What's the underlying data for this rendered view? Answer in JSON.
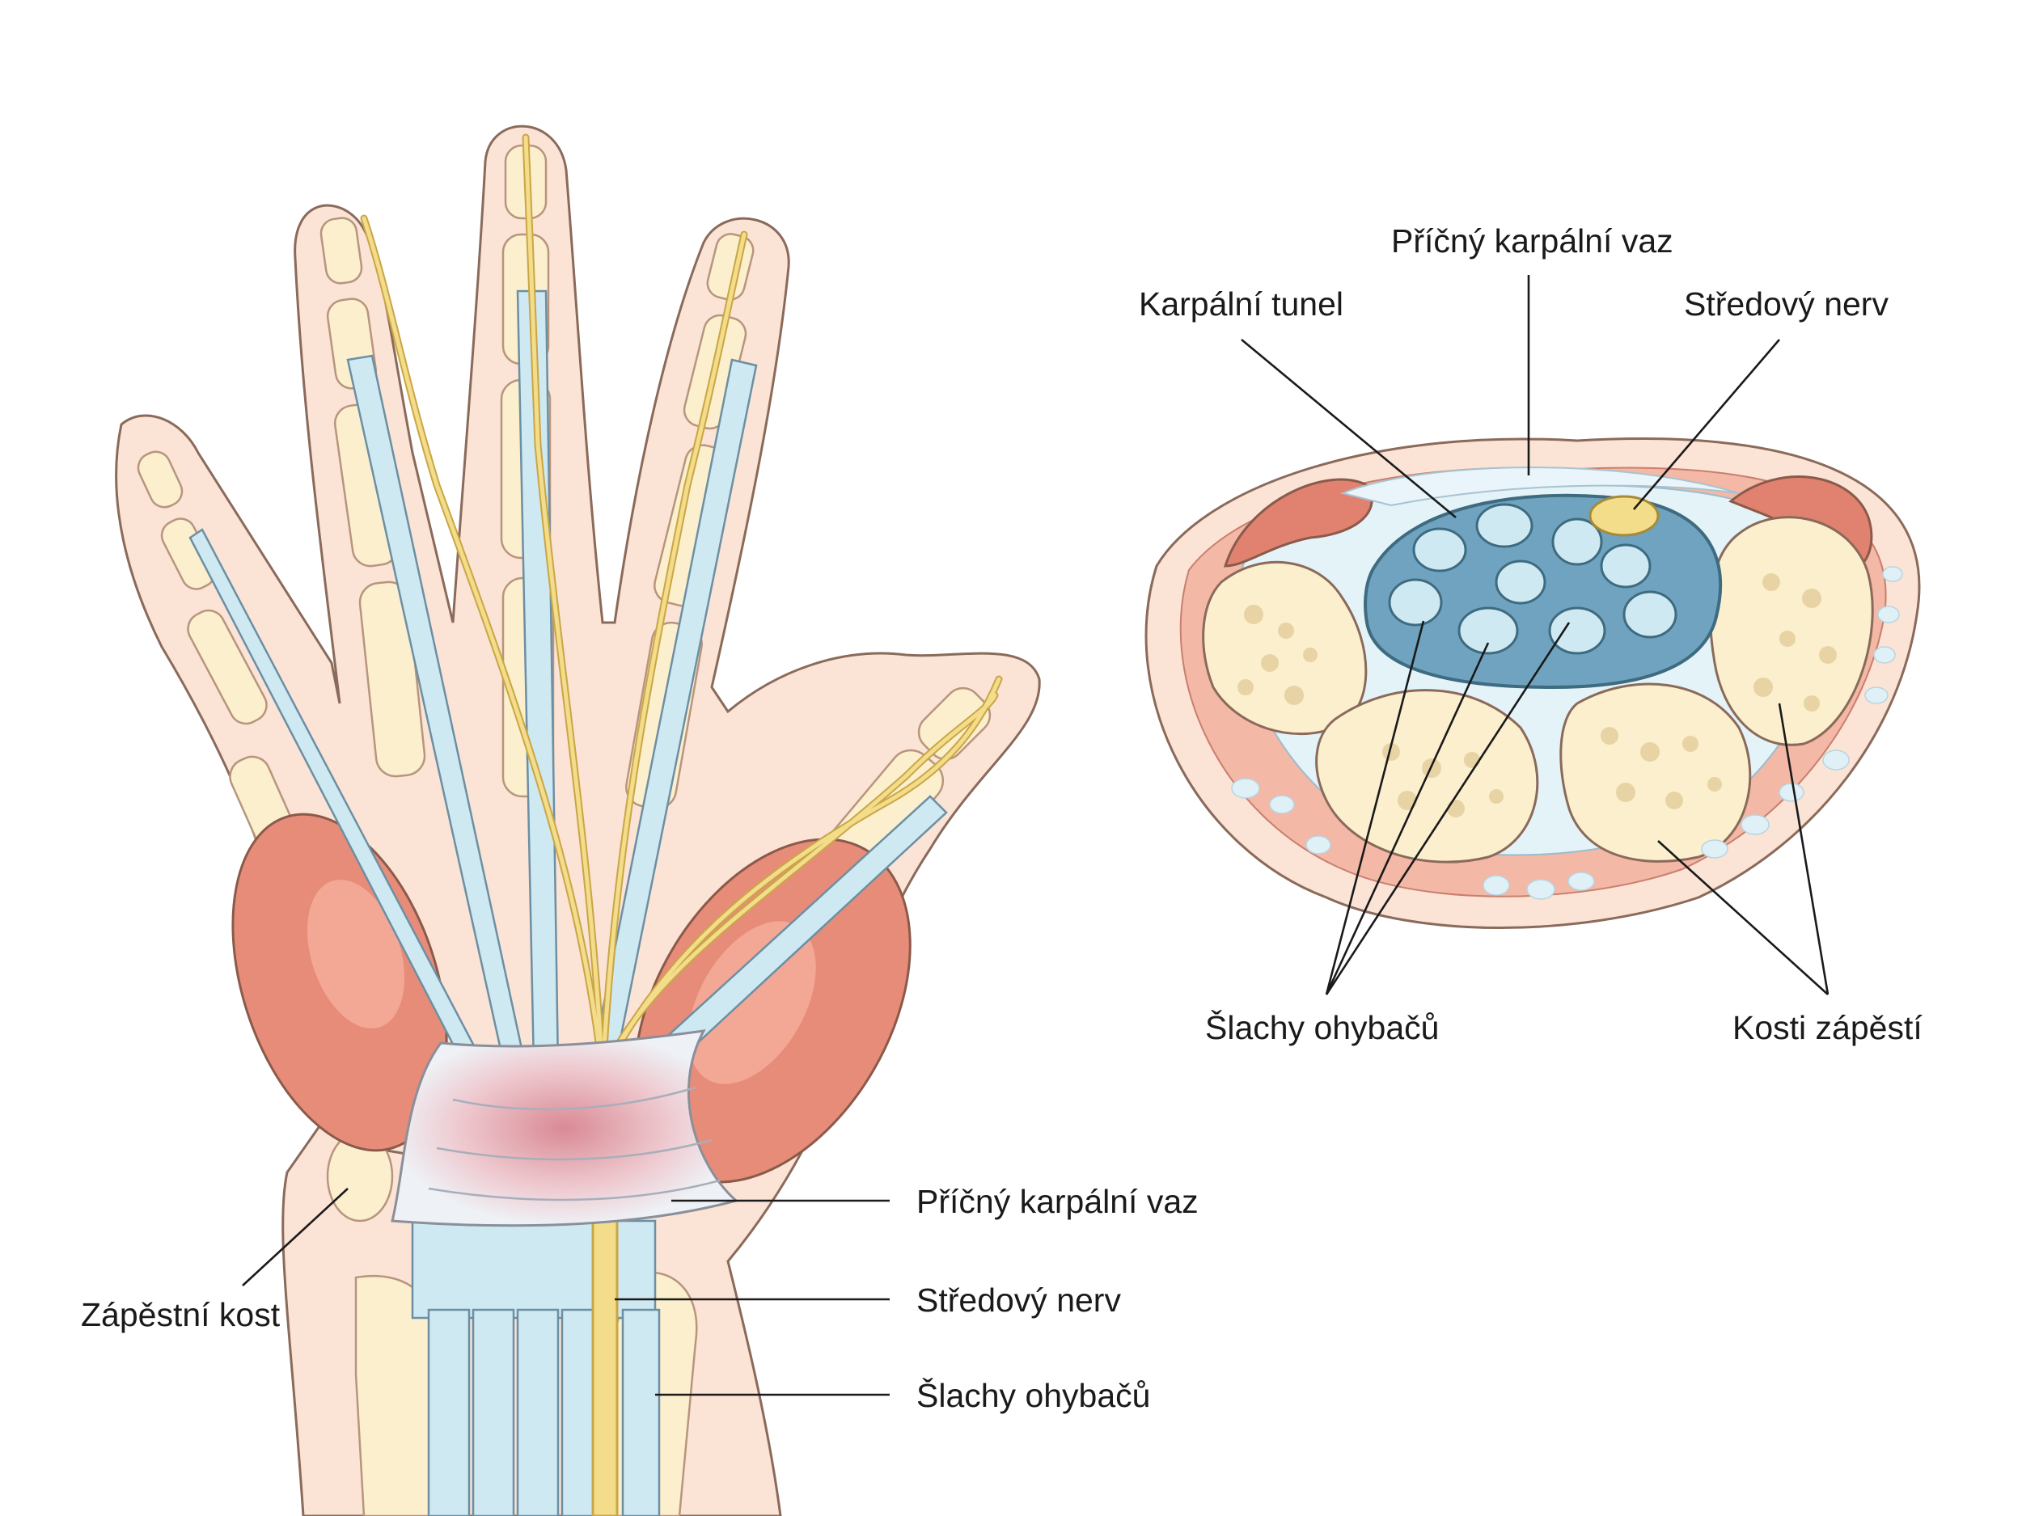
{
  "hand_view": {
    "labels": {
      "carpal_bone": "Zápěstní kost",
      "transverse_ligament": "Příčný karpální vaz",
      "median_nerve": "Středový nerv",
      "flexor_tendons": "Šlachy ohybačů"
    }
  },
  "cross_section": {
    "labels": {
      "transverse_ligament": "Příčný karpální vaz",
      "carpal_tunnel": "Karpální tunel",
      "median_nerve": "Středový nerv",
      "flexor_tendons": "Šlachy ohybačů",
      "wrist_bones": "Kosti zápěstí"
    }
  },
  "colors": {
    "skin": "#fbe3d6",
    "skin_outline": "#8a6a5a",
    "bone": "#fbefce",
    "tendon": "#cfe9f2",
    "nerve": "#f3dc8a",
    "muscle": "#e88c7a",
    "ligament": "#e8eef3",
    "tunnel": "#6fa3bf"
  }
}
